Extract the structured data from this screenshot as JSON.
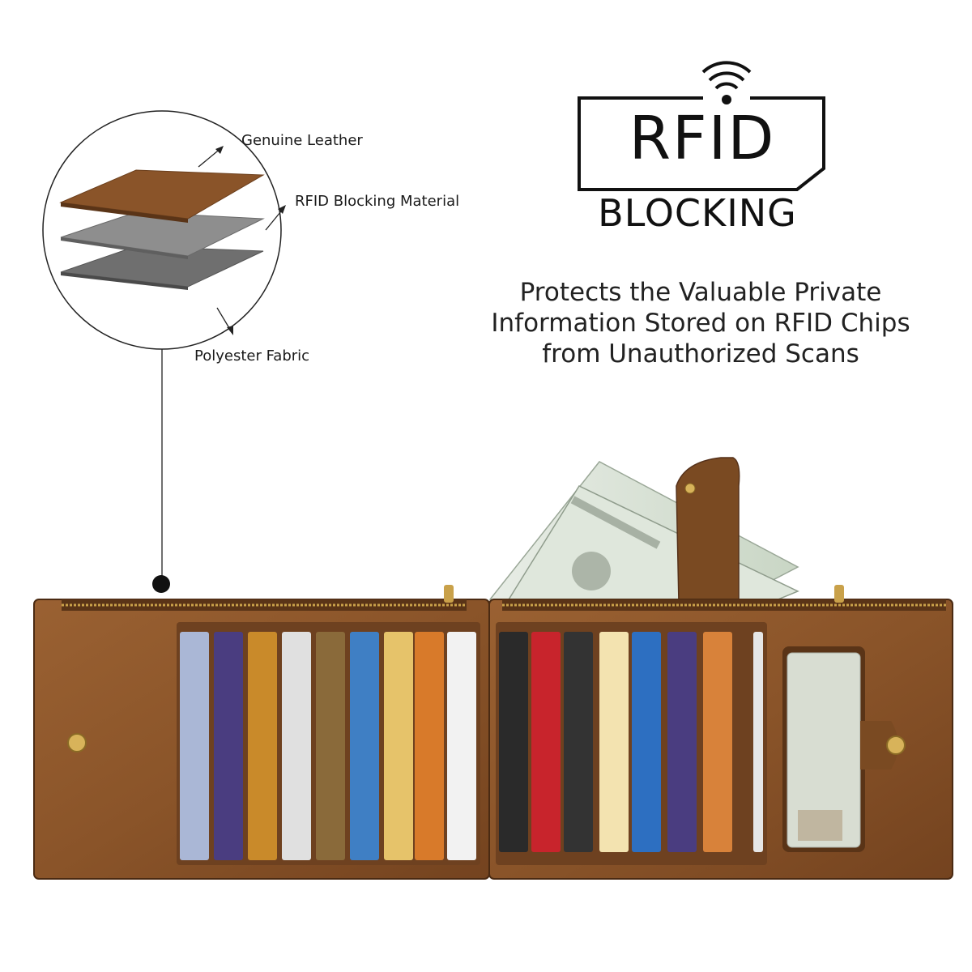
{
  "layers": {
    "top_label": "Genuine Leather",
    "middle_label": "RFID Blocking Material",
    "bottom_label": "Polyester Fabric"
  },
  "badge": {
    "title": "RFID",
    "subtitle": "BLOCKING",
    "icon": "wifi-signal-icon"
  },
  "headline": {
    "line1": "Protects the Valuable Private",
    "line2": "Information Stored on RFID Chips",
    "line3": "from Unauthorized Scans"
  },
  "colors": {
    "leather": "#8a5429",
    "leather_dark": "#6b3f1d",
    "rfid_layer": "#8e8e8e",
    "fabric_layer": "#6f6f6f",
    "zipper": "#c9a14a"
  }
}
